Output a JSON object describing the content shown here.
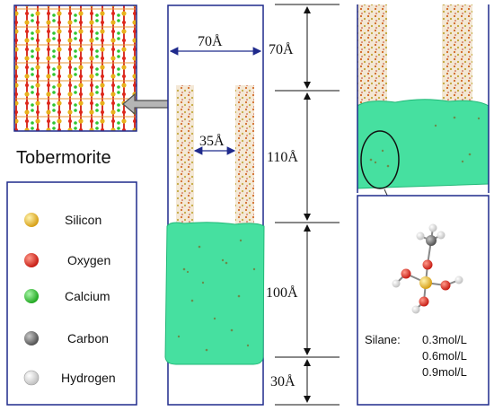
{
  "tobermorite_label": "Tobermorite",
  "dimensions": {
    "box_width": "70Å",
    "pore_width": "35Å",
    "top_height": "70Å",
    "pore_height": "110Å",
    "solution_height": "100Å",
    "bottom_height": "30Å"
  },
  "legend": [
    {
      "label": "Silicon",
      "color": "#e8b21c"
    },
    {
      "label": "Oxygen",
      "color": "#e0271b"
    },
    {
      "label": "Calcium",
      "color": "#2fc52f"
    },
    {
      "label": "Carbon",
      "color": "#707070"
    },
    {
      "label": "Hydrogen",
      "color": "#f2f2f2"
    }
  ],
  "silane": {
    "label": "Silane:",
    "concentrations": [
      "0.3mol/L",
      "0.6mol/L",
      "0.9mol/L"
    ]
  },
  "colors": {
    "frame": "#1f2a8c",
    "solution": "#3fe09a",
    "solution_edge": "#22b878"
  }
}
